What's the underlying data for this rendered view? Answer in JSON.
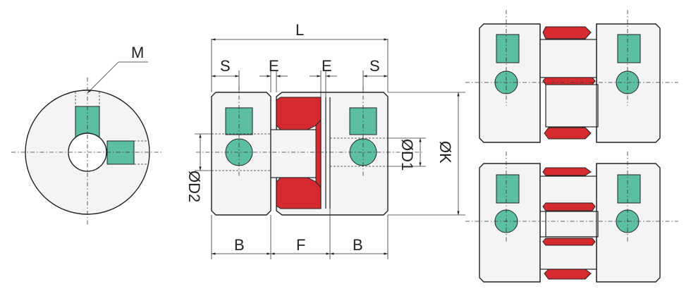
{
  "labels": {
    "M": "M",
    "L": "L",
    "S_left": "S",
    "E_left": "E",
    "E_right": "E",
    "S_right": "S",
    "D2": "ØD2",
    "D1": "ØD1",
    "K": "ØK",
    "B_left": "B",
    "F": "F",
    "B_right": "B"
  },
  "colors": {
    "spider": "#d42a30",
    "screw": "#5cbfa2",
    "outline": "#222222",
    "body": "#f4f4f4"
  }
}
